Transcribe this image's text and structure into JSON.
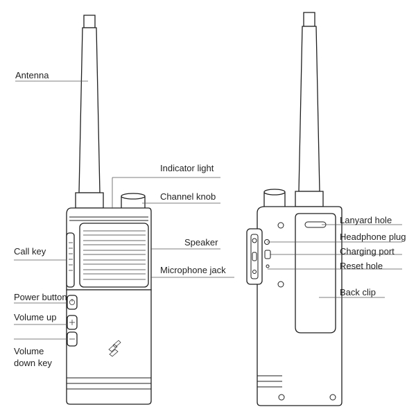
{
  "diagram": {
    "front_labels": {
      "antenna": "Antenna",
      "indicator_light": "Indicator light",
      "channel_knob": "Channel knob",
      "speaker": "Speaker",
      "microphone_jack": "Microphone jack",
      "call_key": "Call key",
      "power_button": "Power button",
      "volume_up": "Volume up",
      "volume_down_key": "Volume down key"
    },
    "back_labels": {
      "lanyard_hole": "Lanyard hole",
      "headphone_plug": "Headphone plug",
      "charging_port": "Charging port",
      "reset_hole": "Reset hole",
      "back_clip": "Back clip"
    }
  },
  "colors": {
    "outline": "#1e1e1e",
    "leader_line": "#555555",
    "label_text": "#222222",
    "background": "#ffffff"
  }
}
